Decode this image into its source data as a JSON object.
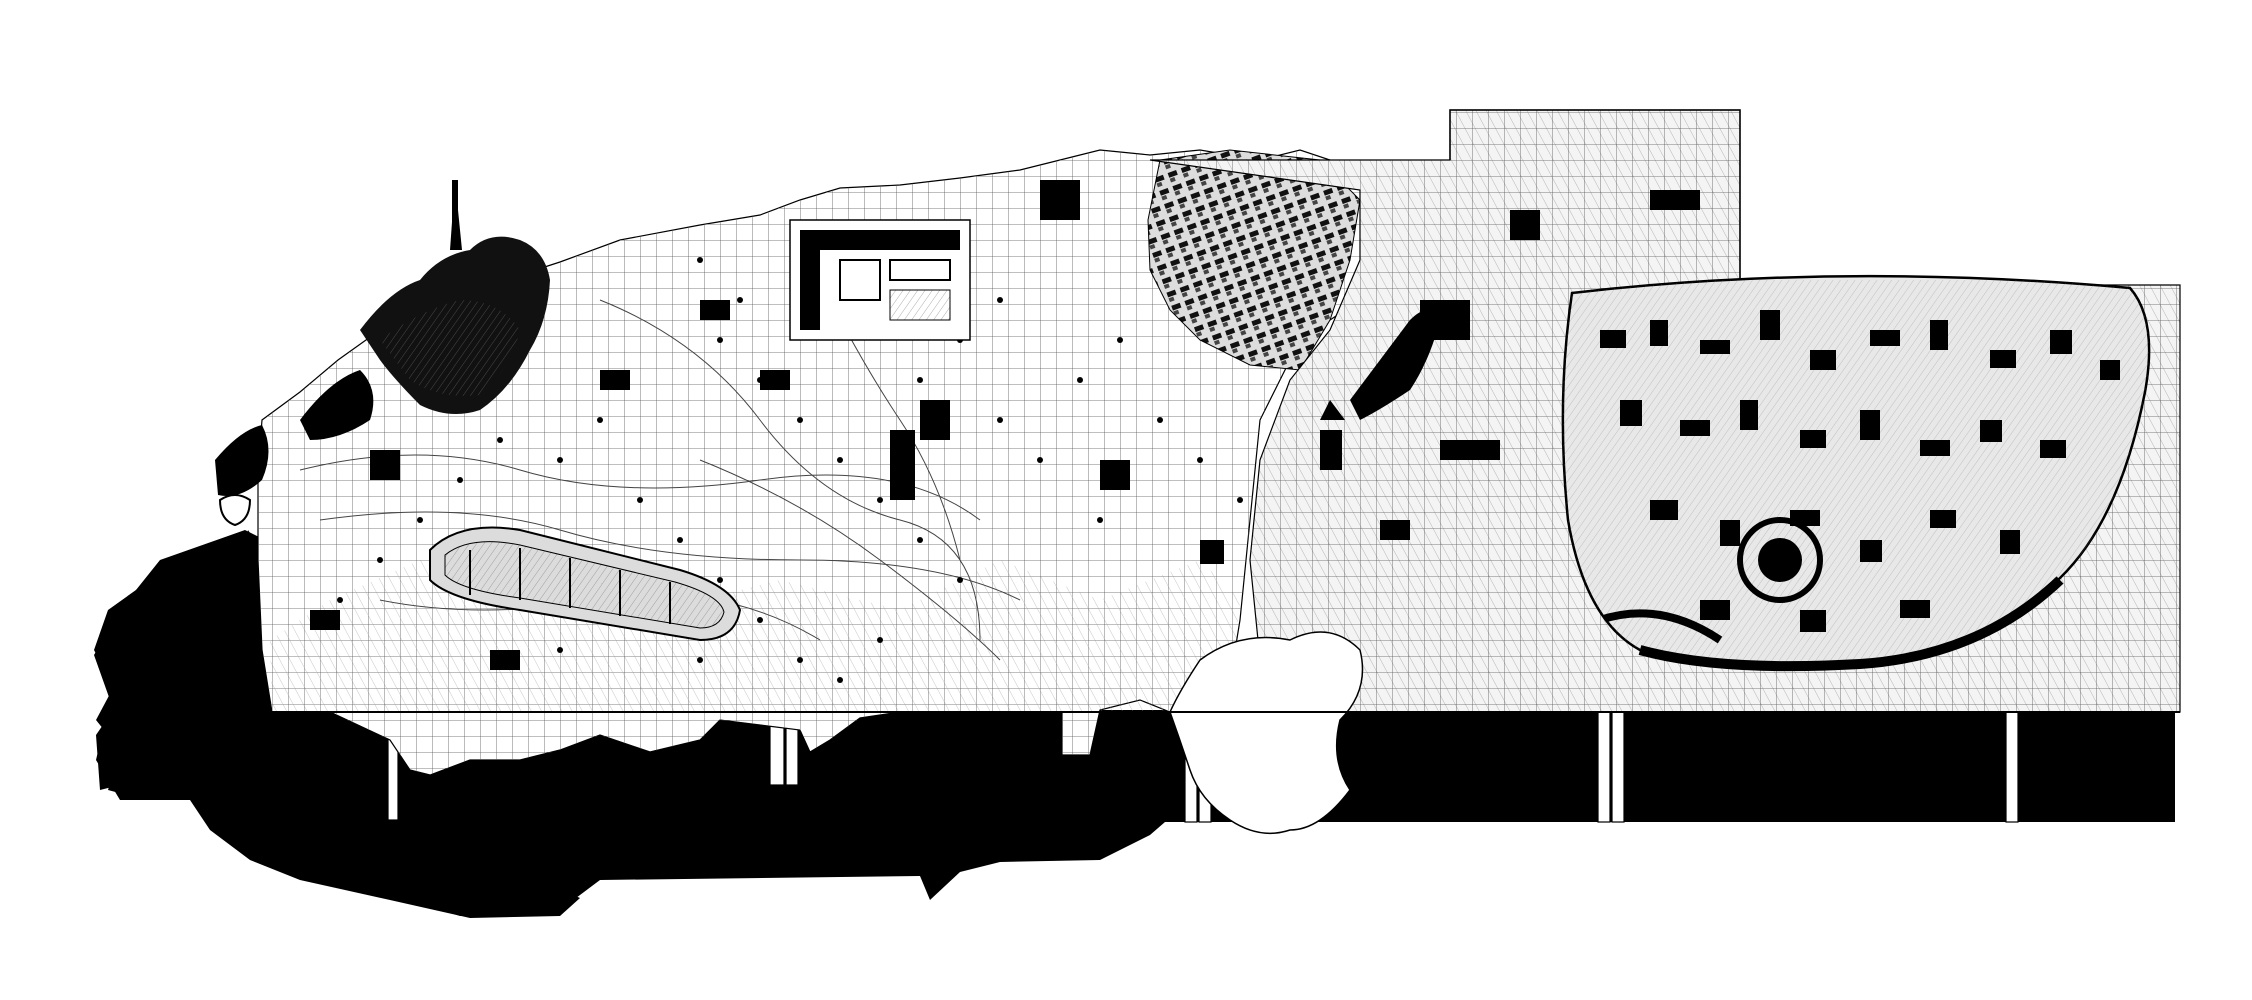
{
  "drawing": {
    "kind": "architectural site plan collage",
    "palette": {
      "background": "#ffffff",
      "ink": "#000000",
      "grid_line": "#555555",
      "hatch": "#9a9a9a",
      "tone_light": "#e6e6e6",
      "tone_mid": "#cfcfcf"
    },
    "zones": [
      "coastal-shadow-mass",
      "forest-cluster",
      "gridded-terrain-left",
      "linear-courtyard-building",
      "campus-block",
      "dense-grid-settlement",
      "hatched-plain",
      "bay-cutout",
      "stepped-upper-block",
      "crater-city-basin",
      "ground-shadow-band",
      "support-columns"
    ]
  }
}
